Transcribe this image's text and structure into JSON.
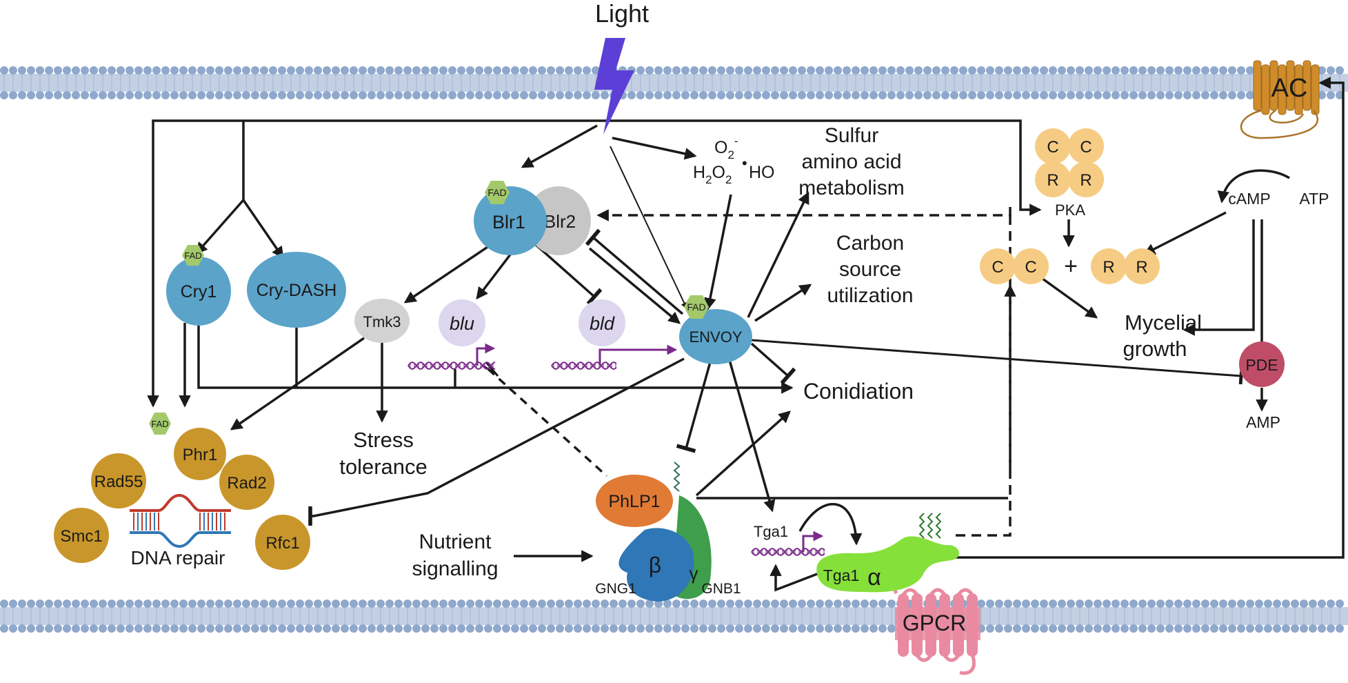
{
  "diagram": {
    "light": "Light",
    "fad": "FAD",
    "nodes": {
      "blr1": "Blr1",
      "blr2": "Blr2",
      "cry1": "Cry1",
      "cry_dash": "Cry-DASH",
      "tmk3": "Tmk3",
      "blu": "blu",
      "bld": "bld",
      "envoy": "ENVOY",
      "phr1": "Phr1",
      "rad55": "Rad55",
      "rad2": "Rad2",
      "smc1": "Smc1",
      "rfc1": "Rfc1",
      "phlp1": "PhLP1",
      "beta": "β",
      "gamma": "γ",
      "gng1": "GNG1",
      "gnb1": "GNB1",
      "tga1_gene": "Tga1",
      "tga1_protein": "Tga1",
      "alpha": "α",
      "gpcr": "GPCR",
      "ac": "AC",
      "pde": "PDE",
      "camp": "cAMP",
      "atp": "ATP",
      "amp": "AMP",
      "pka": "PKA",
      "c": "C",
      "r": "R",
      "plus": "+"
    },
    "ros": {
      "o2": "O",
      "o2_sub": "2",
      "o2_sup": "-",
      "h2o2_h": "H",
      "h2o2_sub1": "2",
      "h2o2_o": "O",
      "h2o2_sub2": "2",
      "radical_dot": "•",
      "ho": "HO"
    },
    "outputs": {
      "sulfur_1": "Sulfur",
      "sulfur_2": "amino acid",
      "sulfur_3": "metabolism",
      "carbon_1": "Carbon",
      "carbon_2": "source",
      "carbon_3": "utilization",
      "conidiation": "Conidiation",
      "stress_1": "Stress",
      "stress_2": "tolerance",
      "mycelial_1": "Mycelial",
      "mycelial_2": "growth",
      "dna_repair": "DNA repair",
      "nutrient_1": "Nutrient",
      "nutrient_2": "signalling"
    },
    "colors": {
      "membrane_head": "#8fa8cc",
      "membrane_tail": "#c3d0e4",
      "photoreceptor_blue": "#5ba3c9",
      "blr2_grey": "#c6c6c6",
      "tmk3_grey": "#d2d2d2",
      "gene_lilac": "#ddd6ef",
      "fad_green": "#a3c96b",
      "repair_gold": "#c9962b",
      "phlp1_orange": "#e07a35",
      "beta_blue": "#2f77b6",
      "gamma_green": "#3f9e4b",
      "galpha_green": "#86e03a",
      "gpcr_pink": "#e98aa0",
      "ac_orange": "#d08c2a",
      "pde_red": "#bf4d68",
      "pka_peach": "#f6cc84",
      "dna_purple": "#7a2a8a",
      "lightning": "#5b3fd6"
    }
  }
}
